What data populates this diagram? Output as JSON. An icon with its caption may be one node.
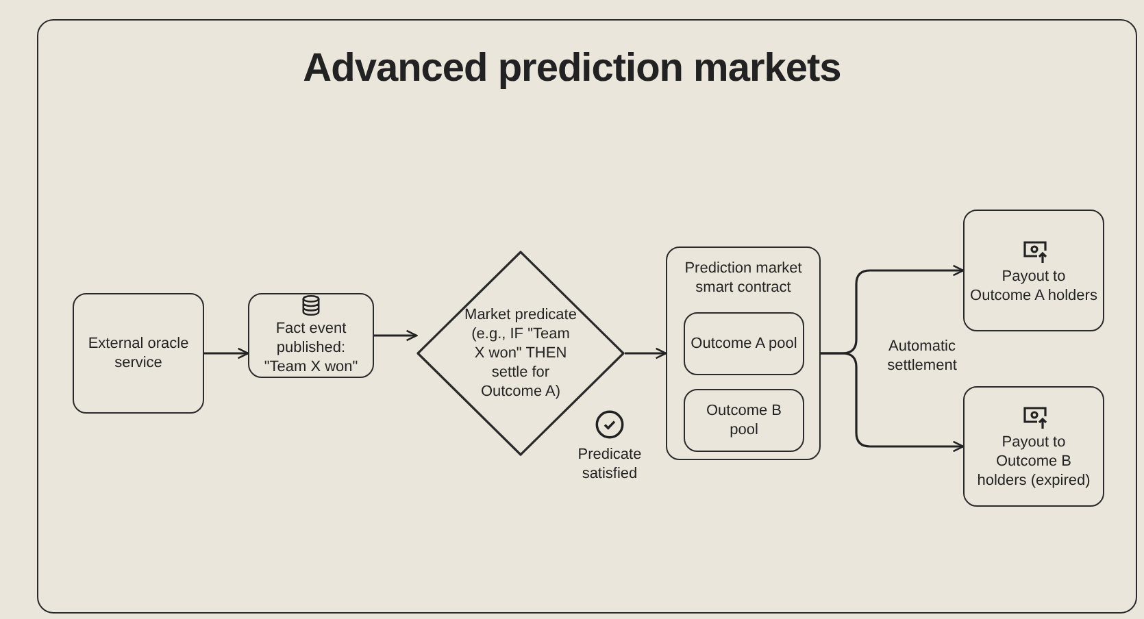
{
  "diagram": {
    "title": "Advanced prediction markets",
    "nodes": [
      {
        "text": [
          "External oracle service"
        ]
      },
      {
        "text": [
          "Fact event published: \"Team X won\""
        ]
      },
      {
        "text": [
          "Market predicate (e.g., IF \"Team X won\" THEN settle for Outcome A)"
        ],
        "beside": [
          "Predicate satisfied"
        ]
      },
      {
        "text": [
          "Prediction market smart contract"
        ]
      },
      {
        "text": [
          "Outcome A pool"
        ],
        "in": 3
      },
      {
        "text": [
          "Outcome B pool"
        ],
        "in": 3
      },
      {
        "text": [
          "Payout to Outcome A holders"
        ]
      },
      {
        "text": [
          "Payout to Outcome B holders (expired)"
        ]
      }
    ],
    "edges": [
      {
        "from": 0,
        "to": 1,
        "arrow": "to"
      },
      {
        "from": 1,
        "to": 2,
        "arrow": "to"
      },
      {
        "from": 2,
        "to": 3,
        "arrow": "to"
      },
      {
        "from": 3,
        "to": 6,
        "arrow": "to"
      },
      {
        "from": 3,
        "to": 7,
        "arrow": "to"
      }
    ],
    "labels": [
      "Automatic settlement"
    ]
  }
}
